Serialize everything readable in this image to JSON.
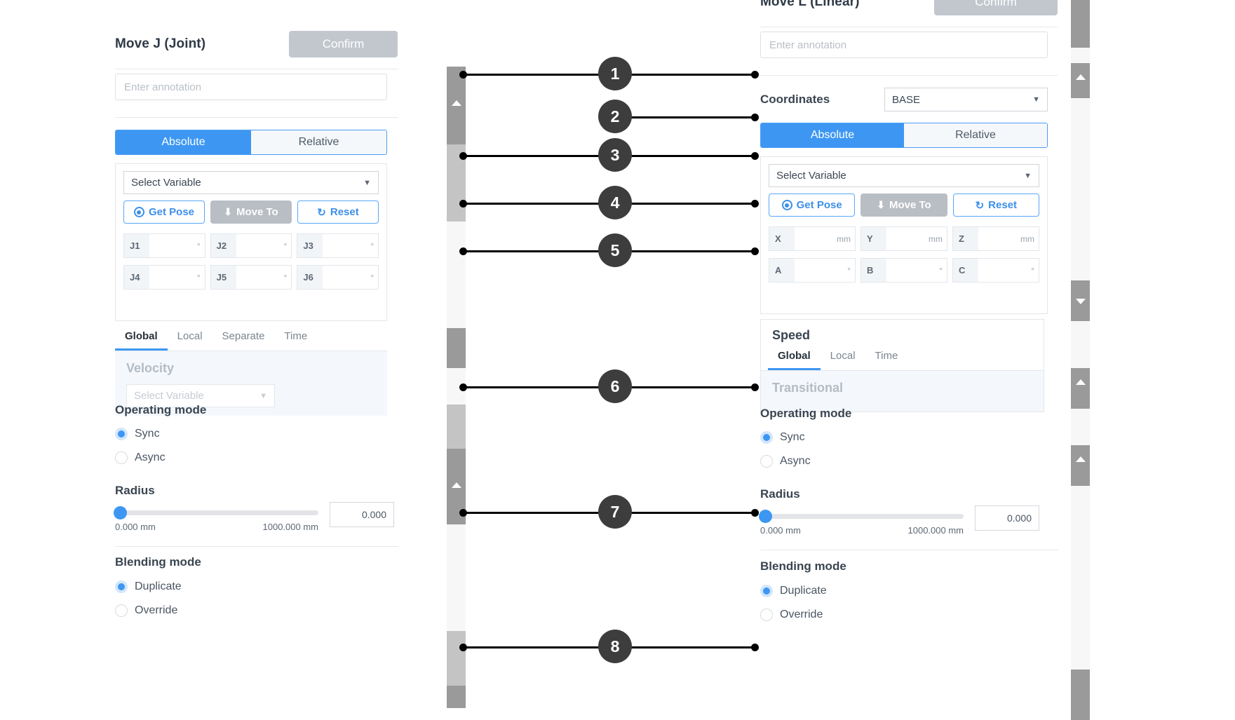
{
  "left_panel": {
    "title": "Move J (Joint)",
    "confirm_label": "Confirm",
    "annotation_placeholder": "Enter annotation",
    "mode_tabs": {
      "absolute": "Absolute",
      "relative": "Relative"
    },
    "variable_select": "Select Variable",
    "buttons": {
      "get_pose": "Get Pose",
      "move_to": "Move To",
      "reset": "Reset"
    },
    "joint_fields": [
      {
        "label": "J1",
        "unit": "°",
        "value": ""
      },
      {
        "label": "J2",
        "unit": "°",
        "value": ""
      },
      {
        "label": "J3",
        "unit": "°",
        "value": ""
      },
      {
        "label": "J4",
        "unit": "°",
        "value": ""
      },
      {
        "label": "J5",
        "unit": "°",
        "value": ""
      },
      {
        "label": "J6",
        "unit": "°",
        "value": ""
      }
    ],
    "speed_tabs": [
      "Global",
      "Local",
      "Separate",
      "Time"
    ],
    "speed_active_tab": "Global",
    "velocity_title": "Velocity",
    "velocity_select": "Select Variable",
    "operating_mode": {
      "title": "Operating mode",
      "options": [
        "Sync",
        "Async"
      ],
      "selected": "Sync"
    },
    "radius": {
      "title": "Radius",
      "min_label": "0.000 mm",
      "max_label": "1000.000 mm",
      "value": "0.000"
    },
    "blending_mode": {
      "title": "Blending mode",
      "options": [
        "Duplicate",
        "Override"
      ],
      "selected": "Duplicate"
    }
  },
  "right_panel": {
    "title": "Move L (Linear)",
    "confirm_label": "Confirm",
    "annotation_placeholder": "Enter annotation",
    "coordinates_label": "Coordinates",
    "coordinates_value": "BASE",
    "mode_tabs": {
      "absolute": "Absolute",
      "relative": "Relative"
    },
    "variable_select": "Select Variable",
    "buttons": {
      "get_pose": "Get Pose",
      "move_to": "Move To",
      "reset": "Reset"
    },
    "pose_fields": [
      {
        "label": "X",
        "unit": "mm",
        "value": ""
      },
      {
        "label": "Y",
        "unit": "mm",
        "value": ""
      },
      {
        "label": "Z",
        "unit": "mm",
        "value": ""
      },
      {
        "label": "A",
        "unit": "°",
        "value": ""
      },
      {
        "label": "B",
        "unit": "°",
        "value": ""
      },
      {
        "label": "C",
        "unit": "°",
        "value": ""
      }
    ],
    "speed_section_title": "Speed",
    "speed_tabs": [
      "Global",
      "Local",
      "Time"
    ],
    "speed_active_tab": "Global",
    "transitional_title": "Transitional",
    "operating_mode": {
      "title": "Operating mode",
      "options": [
        "Sync",
        "Async"
      ],
      "selected": "Sync"
    },
    "radius": {
      "title": "Radius",
      "min_label": "0.000 mm",
      "max_label": "1000.000 mm",
      "value": "0.000"
    },
    "blending_mode": {
      "title": "Blending mode",
      "options": [
        "Duplicate",
        "Override"
      ],
      "selected": "Duplicate"
    }
  },
  "callouts": [
    {
      "number": "1"
    },
    {
      "number": "2"
    },
    {
      "number": "3"
    },
    {
      "number": "4"
    },
    {
      "number": "5"
    },
    {
      "number": "6"
    },
    {
      "number": "7"
    },
    {
      "number": "8"
    }
  ],
  "colors": {
    "accent_blue": "#3d97f2",
    "callout_dark": "#3d3d3d",
    "confirm_gray": "#c2c7cd",
    "panel_tint": "#f4f8fd"
  }
}
